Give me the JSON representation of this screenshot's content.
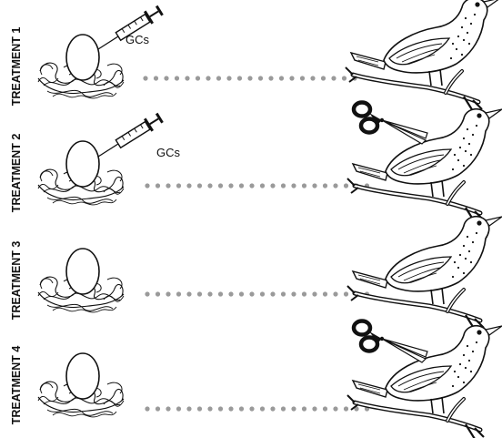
{
  "treatments": [
    {
      "label": "TREATMENT 1",
      "injection": true,
      "injection_label": "GCs",
      "scissors": false
    },
    {
      "label": "TREATMENT 2",
      "injection": true,
      "injection_label": "GCs",
      "scissors": true
    },
    {
      "label": "TREATMENT 3",
      "injection": false,
      "injection_label": "",
      "scissors": false
    },
    {
      "label": "TREATMENT 4",
      "injection": false,
      "injection_label": "",
      "scissors": true
    }
  ],
  "colors": {
    "ink": "#111111",
    "dots": "#9a9a9a",
    "background": "#ffffff"
  },
  "icons": {
    "nest": "nest-icon",
    "egg": "egg-icon",
    "syringe": "syringe-icon",
    "bird": "bird-icon",
    "scissors": "scissors-icon"
  }
}
